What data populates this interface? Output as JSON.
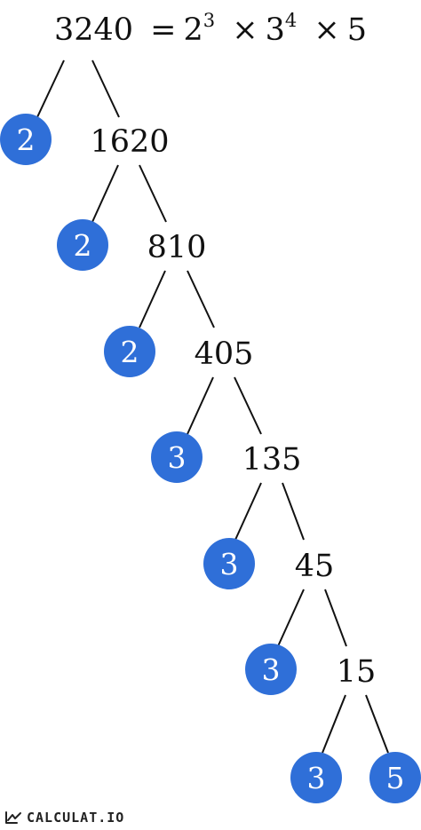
{
  "equation": {
    "number": "3240",
    "equals": "=",
    "factors": [
      {
        "base": "2",
        "exponent": "3"
      },
      {
        "base": "3",
        "exponent": "4"
      },
      {
        "base": "5",
        "exponent": ""
      }
    ],
    "operator": "×"
  },
  "tree": {
    "composites": [
      "3240",
      "1620",
      "810",
      "405",
      "135",
      "45",
      "15"
    ],
    "prime_leaves": [
      "2",
      "2",
      "2",
      "3",
      "3",
      "3",
      "3",
      "5"
    ]
  },
  "colors": {
    "leaf_fill": "#2f6fd8",
    "leaf_text": "#ffffff",
    "line": "#111111"
  },
  "brand": {
    "name": "CALCULAT.IO"
  }
}
